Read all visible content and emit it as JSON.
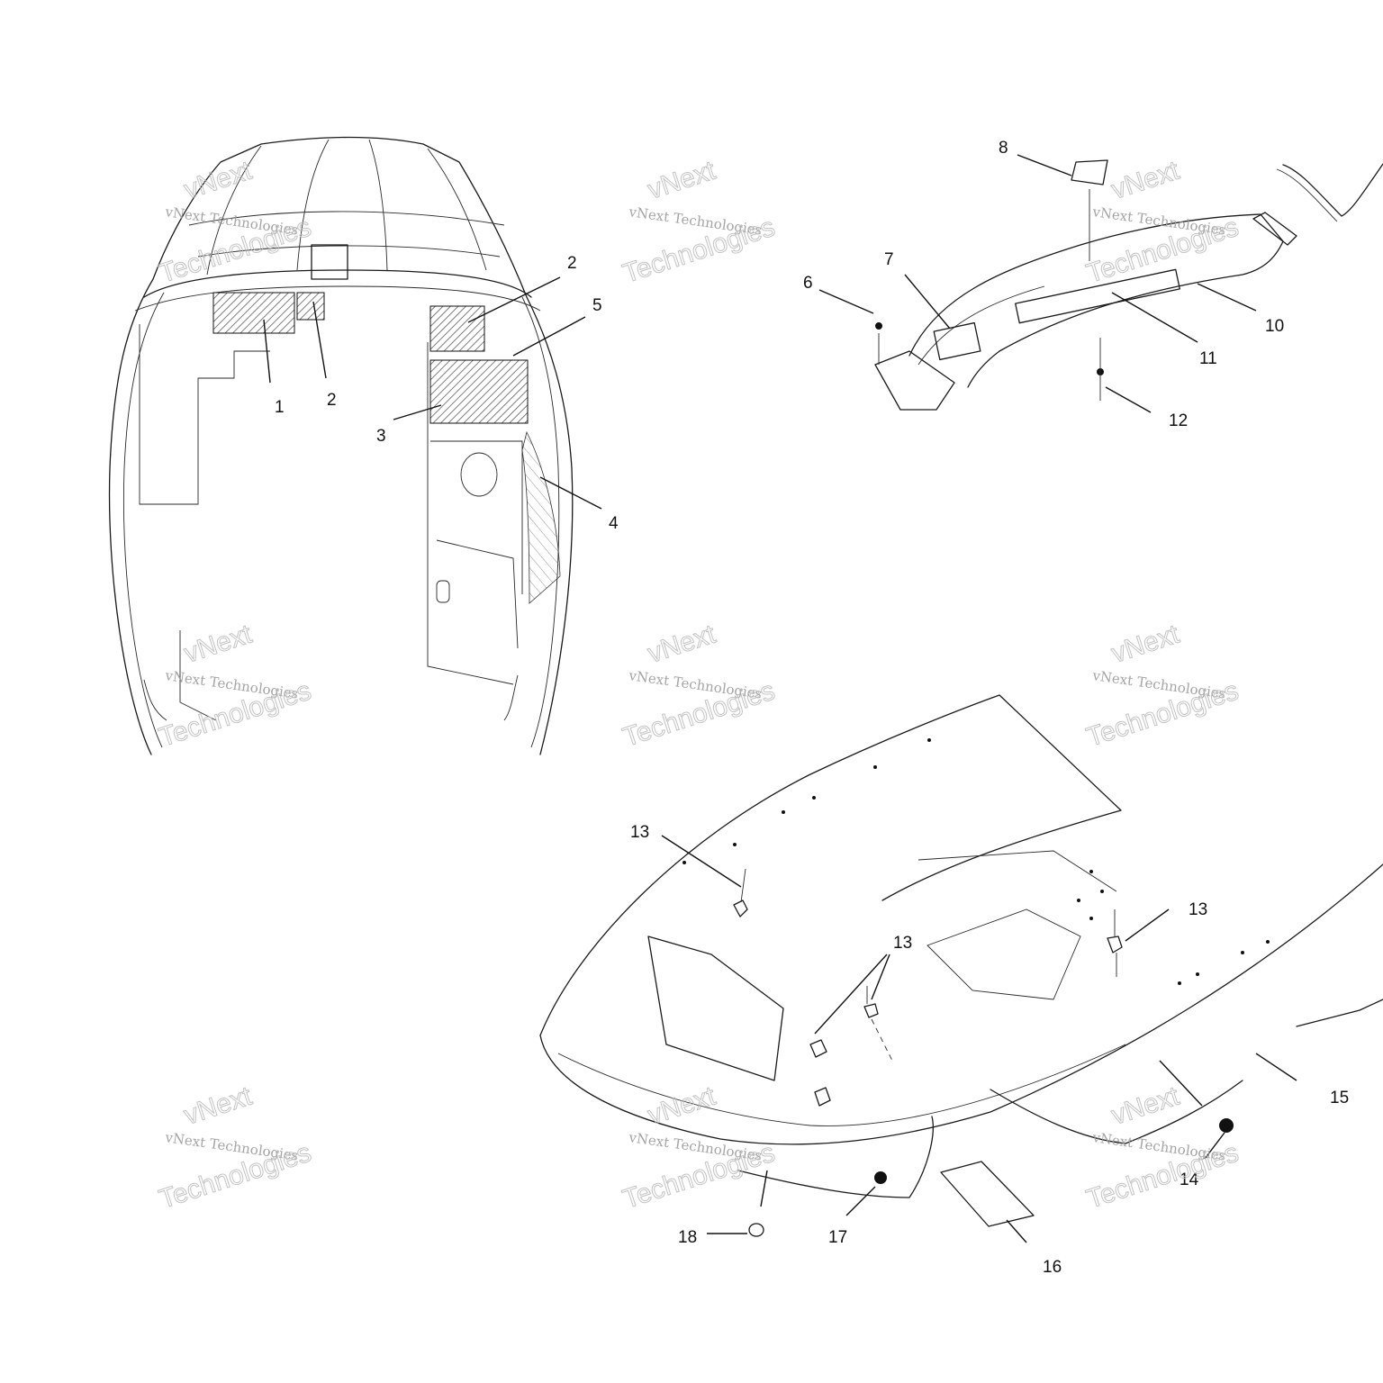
{
  "diagram": {
    "watermark": {
      "line1": "vNext Technologies",
      "line2": "vNext",
      "line3": "Technologies"
    },
    "callouts": [
      "1",
      "2",
      "3",
      "4",
      "5",
      "6",
      "7",
      "8",
      "10",
      "11",
      "12",
      "13",
      "14",
      "15",
      "16",
      "17",
      "18"
    ],
    "colors": {
      "line": "#1a1a1a",
      "hatch": "#555555",
      "watermark": "#bdbdbd",
      "background": "#ffffff"
    }
  }
}
